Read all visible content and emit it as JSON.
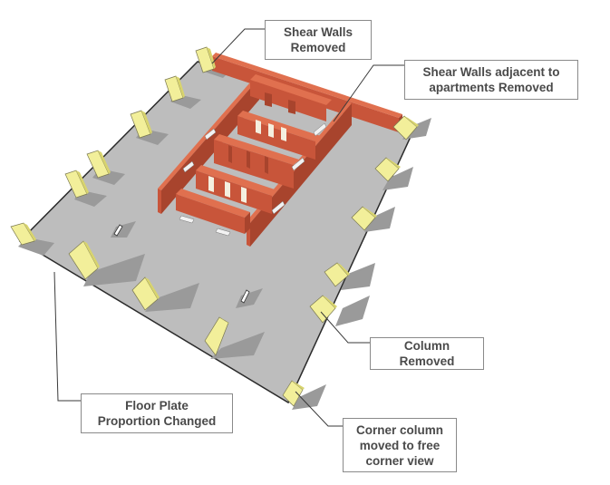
{
  "colors": {
    "floor": "#bdbdbd",
    "floor_edge": "#2b2b2b",
    "shadow": "#8f8f8f",
    "wall_front": "#c8553a",
    "wall_top": "#e0704f",
    "wall_side": "#a8442d",
    "column_front": "#f2ef9a",
    "column_side": "#d8d46e",
    "leader": "#3a3a3a",
    "callout_text": "#4a4a4a",
    "callout_border": "#8a8a8a"
  },
  "callouts": {
    "shear_walls": [
      "Shear Walls",
      "Removed"
    ],
    "shear_walls_adjacent": [
      "Shear Walls adjacent to",
      "apartments Removed"
    ],
    "column": [
      "Column",
      "Removed"
    ],
    "floor_plate": [
      "Floor Plate",
      "Proportion Changed"
    ],
    "corner_column": [
      "Corner column",
      "moved to free",
      "corner view"
    ]
  }
}
